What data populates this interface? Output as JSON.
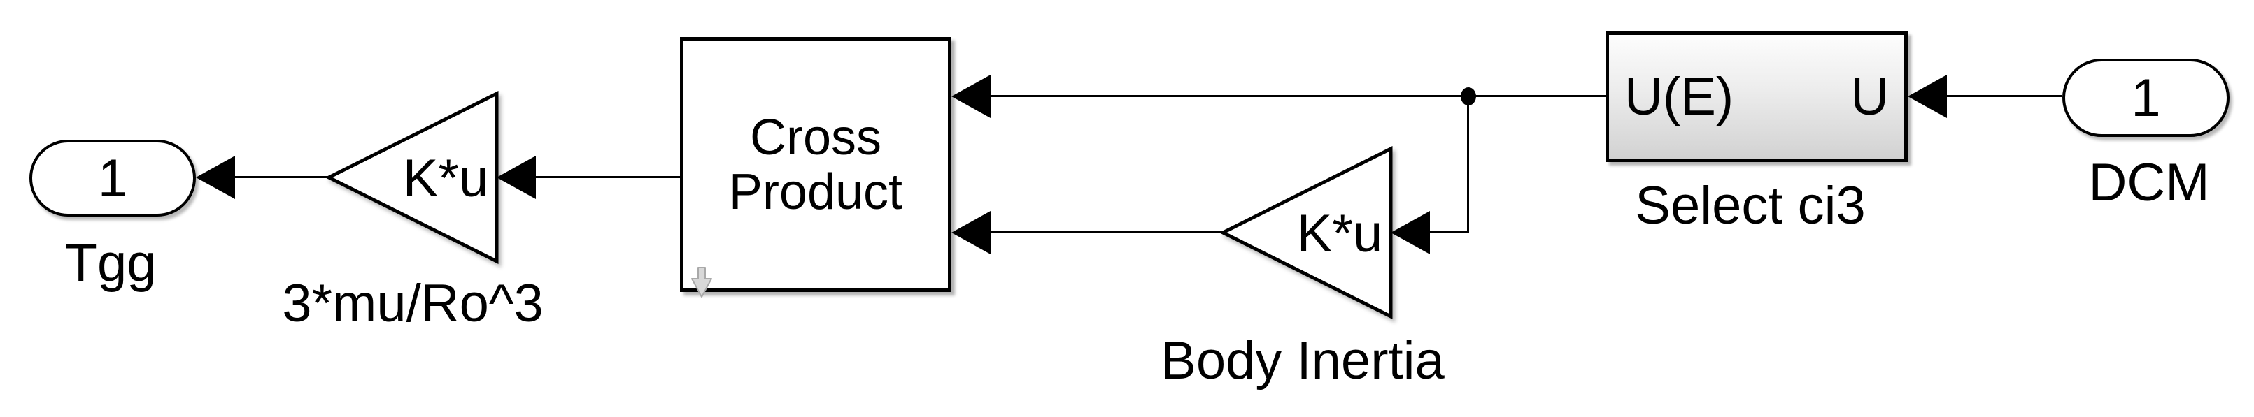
{
  "diagram": {
    "colors": {
      "background": "#ffffff",
      "stroke": "#000000",
      "block_fill": "#ffffff",
      "selector_fill_top": "#fdfdfd",
      "selector_fill_bottom": "#d2d2d2",
      "indicator_gray": "#d8d8d8"
    },
    "outport_tgg": {
      "number": "1",
      "label": "Tgg"
    },
    "gain_gravity": {
      "expression": "K*u",
      "label": "3*mu/Ro^3"
    },
    "cross_product": {
      "title_lines": [
        "Cross",
        "Product"
      ]
    },
    "gain_inertia": {
      "expression": "K*u",
      "label": "Body Inertia"
    },
    "selector": {
      "output_text": "U(E)",
      "input_text": "U",
      "label": "Select ci3"
    },
    "inport_dcm": {
      "number": "1",
      "label": "DCM"
    },
    "icons": {
      "look_inside_arrow": "⇩"
    }
  }
}
